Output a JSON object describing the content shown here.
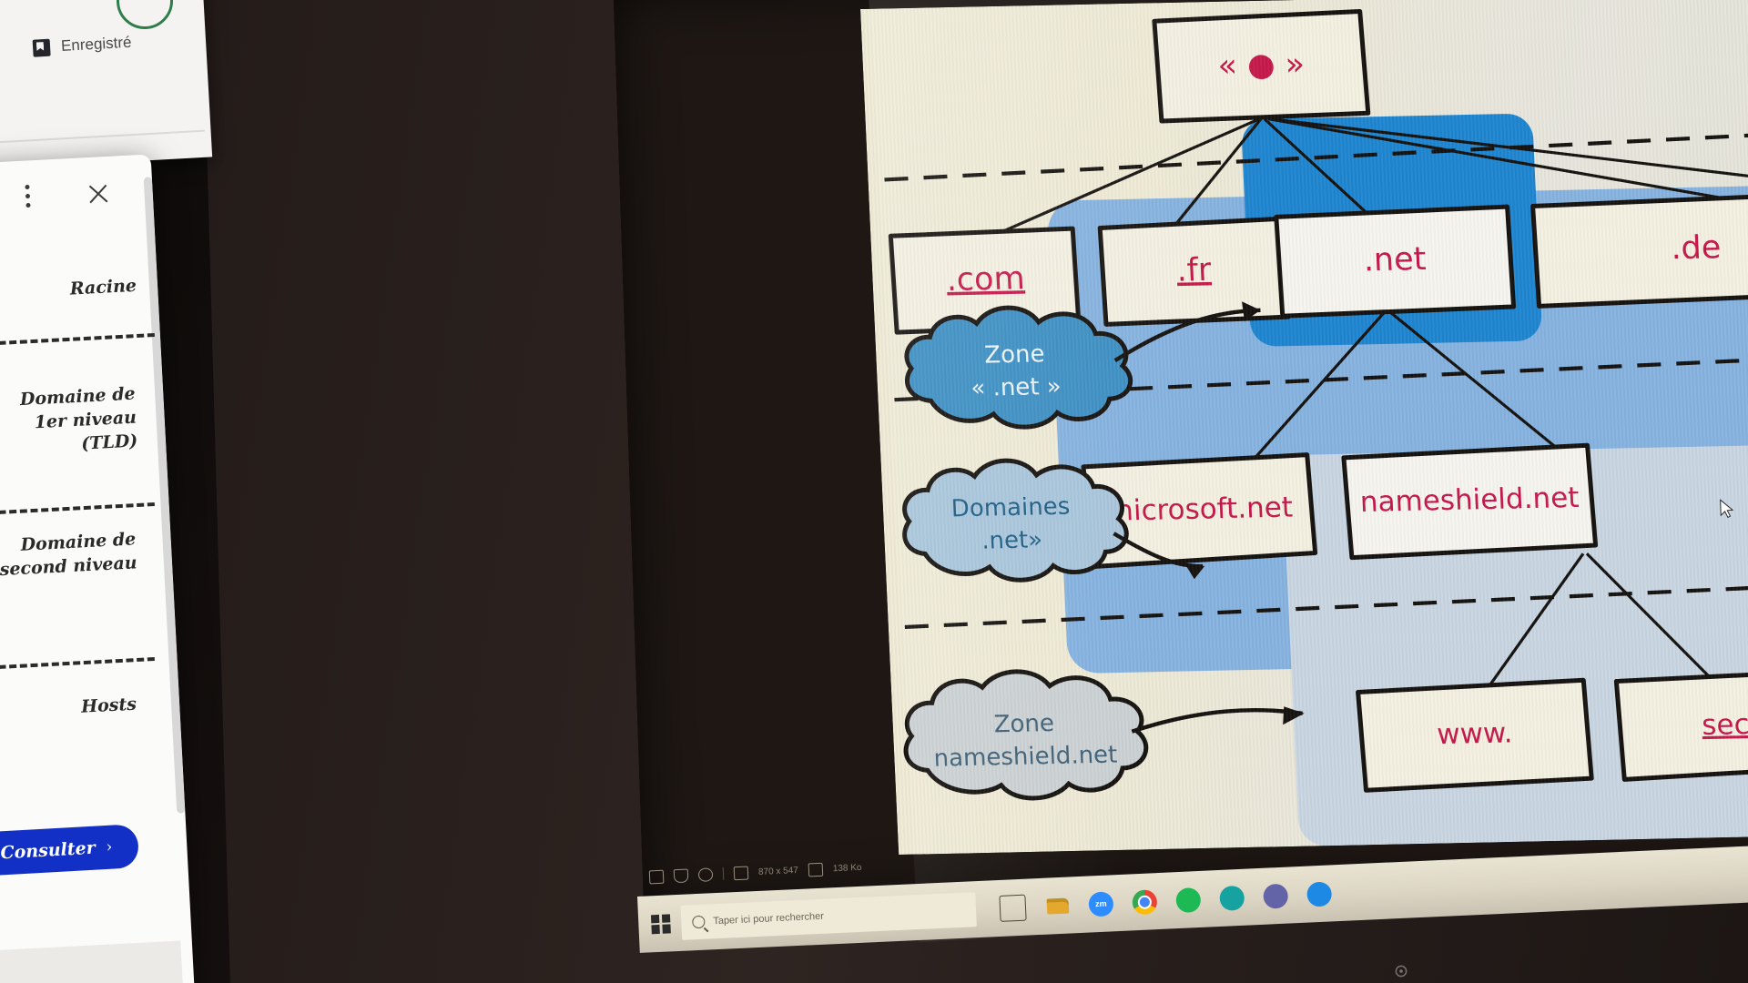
{
  "scene": {
    "description": "Photograph of a monitor displaying a DNS hierarchy slide, with a browser side panel in the foreground"
  },
  "foreground_panel": {
    "saved_label": "Enregistré",
    "saved_icon": "bookmark-icon",
    "menu_icon": "kebab-menu-icon",
    "close_icon": "close-icon",
    "levels": [
      {
        "id": "racine",
        "label": "Racine"
      },
      {
        "id": "tld",
        "line1": "Domaine de",
        "line2": "1er niveau",
        "line3": "(TLD)",
        "label": "Domaine de 1er niveau (TLD)"
      },
      {
        "id": "sld",
        "line1": "Domaine de",
        "line2": "second niveau",
        "label": "Domaine de second niveau"
      },
      {
        "id": "hosts",
        "label": "Hosts"
      }
    ],
    "cta": {
      "label": "Consulter",
      "chevron": "›",
      "color": "#1230c6"
    }
  },
  "slide": {
    "title": "DNS hierarchy diagram",
    "root": {
      "label": "« ● »",
      "text": "«  ●  »"
    },
    "tlds": [
      {
        "label": ".com",
        "highlighted": false
      },
      {
        "label": ".fr",
        "highlighted": false
      },
      {
        "label": ".net",
        "highlighted": true
      },
      {
        "label": ".de",
        "highlighted": false,
        "clipped": true
      }
    ],
    "second_level": [
      {
        "label": "microsoft.net"
      },
      {
        "label": "nameshield.net"
      }
    ],
    "hosts": [
      {
        "label": "www."
      },
      {
        "label": "secur",
        "clipped": true
      }
    ],
    "clouds": [
      {
        "id": "zone-net",
        "line1": "Zone",
        "line2": "« .net »",
        "fill": "#3d90c4",
        "text_color": "#eef4f8"
      },
      {
        "id": "domaines-net",
        "line1": "Domaines",
        "line2": ".net»",
        "fill": "#a9c6dc",
        "text_color": "#1f5f86"
      },
      {
        "id": "zone-ns",
        "line1": "Zone",
        "line2": "nameshield.net",
        "fill": "#ccd2d4",
        "text_color": "#40627a"
      }
    ],
    "colors": {
      "label_red": "#c6184a",
      "highlight_tld": "#1f86d0",
      "highlight_zone": "#86b3e0",
      "highlight_host": "#c9d6e2",
      "slide_bg": "#f0ecd8"
    }
  },
  "taskbar": {
    "start_icon": "windows-logo-icon",
    "search_placeholder": "Taper ici pour rechercher",
    "search_icon": "search-icon",
    "items": [
      {
        "name": "task-view-icon",
        "label": "Task View"
      },
      {
        "name": "file-explorer-icon",
        "label": "Explorateur de fichiers"
      },
      {
        "name": "zoom-icon",
        "label": "zm"
      },
      {
        "name": "chrome-icon",
        "label": "Google Chrome"
      },
      {
        "name": "spotify-icon",
        "label": "Spotify"
      },
      {
        "name": "teams-green-icon",
        "label": "App"
      },
      {
        "name": "teams-icon",
        "label": "Teams"
      },
      {
        "name": "skype-icon",
        "label": "Skype"
      }
    ]
  },
  "status_bar": {
    "items": [
      {
        "name": "screen-icon",
        "text": ""
      },
      {
        "name": "shield-icon",
        "text": ""
      },
      {
        "name": "info-icon",
        "text": ""
      },
      {
        "name": "dimensions",
        "text": "870 x 547"
      },
      {
        "name": "filesize",
        "text": "138 Ko"
      }
    ]
  }
}
